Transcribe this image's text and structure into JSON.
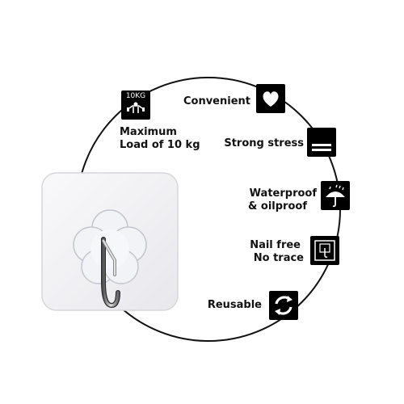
{
  "features": {
    "weight": {
      "badge_text": "10KG",
      "line1": "Maximum",
      "line2": "Load of 10 kg",
      "icon": "weight-icon"
    },
    "convenient": {
      "label": "Convenient",
      "icon": "heart-icon"
    },
    "strong": {
      "label": "Strong stress",
      "icon": "stress-bars-icon"
    },
    "waterproof": {
      "line1": "Waterproof",
      "line2": "& oilproof",
      "icon": "umbrella-rain-icon"
    },
    "nail": {
      "line1": "Nail free",
      "line2": "No trace",
      "icon": "hook-frame-icon"
    },
    "reusable": {
      "label": "Reusable",
      "icon": "refresh-icon"
    }
  },
  "colors": {
    "circle": "#111111",
    "badge": "#000000",
    "text": "#111111",
    "pad": "#f4f4f6"
  }
}
